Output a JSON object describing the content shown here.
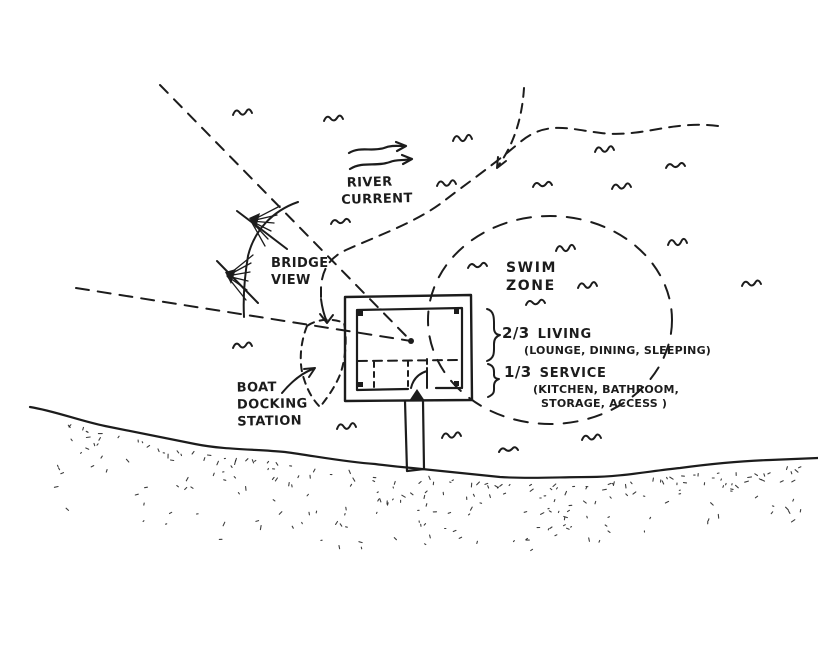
{
  "labels": {
    "river_line1": "RIVER",
    "river_line2": "CURRENT",
    "bridge_line1": "BRIDGE",
    "bridge_line2": "VIEW",
    "swim_line1": "SWIM",
    "swim_line2": "ZONE",
    "living_fraction": "2/3",
    "living_title": "LIVING",
    "living_detail": "(LOUNGE, DINING, SLEEPING)",
    "service_fraction": "1/3",
    "service_title": "SERVICE",
    "service_detail_line1": "(KITCHEN, BATHROOM,",
    "service_detail_line2": "STORAGE, ACCESS )",
    "boat_line1": "BOAT",
    "boat_line2": "DOCKING",
    "boat_line3": "STATION"
  },
  "colors": {
    "ink": "#1c1c1c",
    "paper": "#ffffff"
  }
}
